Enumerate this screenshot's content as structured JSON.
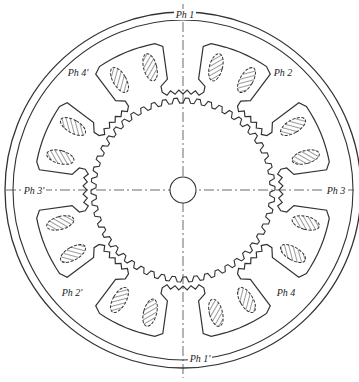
{
  "diagram": {
    "labels": [
      "Ph 1",
      "Ph 4'",
      "Ph 2",
      "Ph 3'",
      "Ph 3",
      "Ph 2'",
      "Ph 4",
      "Ph 1'"
    ]
  }
}
